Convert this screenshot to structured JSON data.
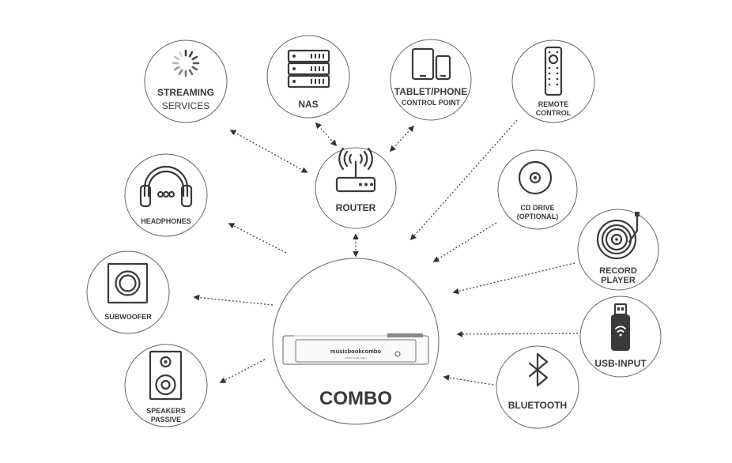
{
  "nodes": {
    "streaming": {
      "line1": "STREAMING",
      "line2": "SERVICES",
      "icon": "loading-spinner-icon"
    },
    "nas": {
      "line1": "NAS",
      "icon": "server-rack-icon"
    },
    "tablet": {
      "line1": "TABLET/PHONE",
      "line2": "CONTROL POINT",
      "icon": "tablet-phone-icon"
    },
    "remote": {
      "line1": "REMOTE",
      "line2": "CONTROL",
      "icon": "remote-control-icon"
    },
    "router": {
      "line1": "ROUTER",
      "icon": "router-icon"
    },
    "headphones": {
      "line1": "HEADPHONES",
      "icon": "headphones-icon"
    },
    "cd": {
      "line1": "CD DRIVE",
      "line2": "(OPTIONAL)",
      "icon": "cd-icon"
    },
    "record": {
      "line1": "RECORD",
      "line2": "PLAYER",
      "icon": "turntable-icon"
    },
    "subwoofer": {
      "line1": "SUBWOOFER",
      "icon": "subwoofer-icon"
    },
    "usb": {
      "line1": "USB-INPUT",
      "icon": "usb-stick-icon"
    },
    "speakers": {
      "line1": "SPEAKERS",
      "line2": "PASSIVE",
      "icon": "speaker-icon"
    },
    "bluetooth": {
      "line1": "BLUETOOTH",
      "icon": "bluetooth-icon"
    },
    "combo": {
      "title": "COMBO",
      "device_brand": "musicbookcombo",
      "device_sub": "network audio player",
      "icon": "combo-device-icon"
    }
  },
  "colors": {
    "stroke": "#3a3a3a",
    "circle": "#666666",
    "background": "#ffffff"
  }
}
